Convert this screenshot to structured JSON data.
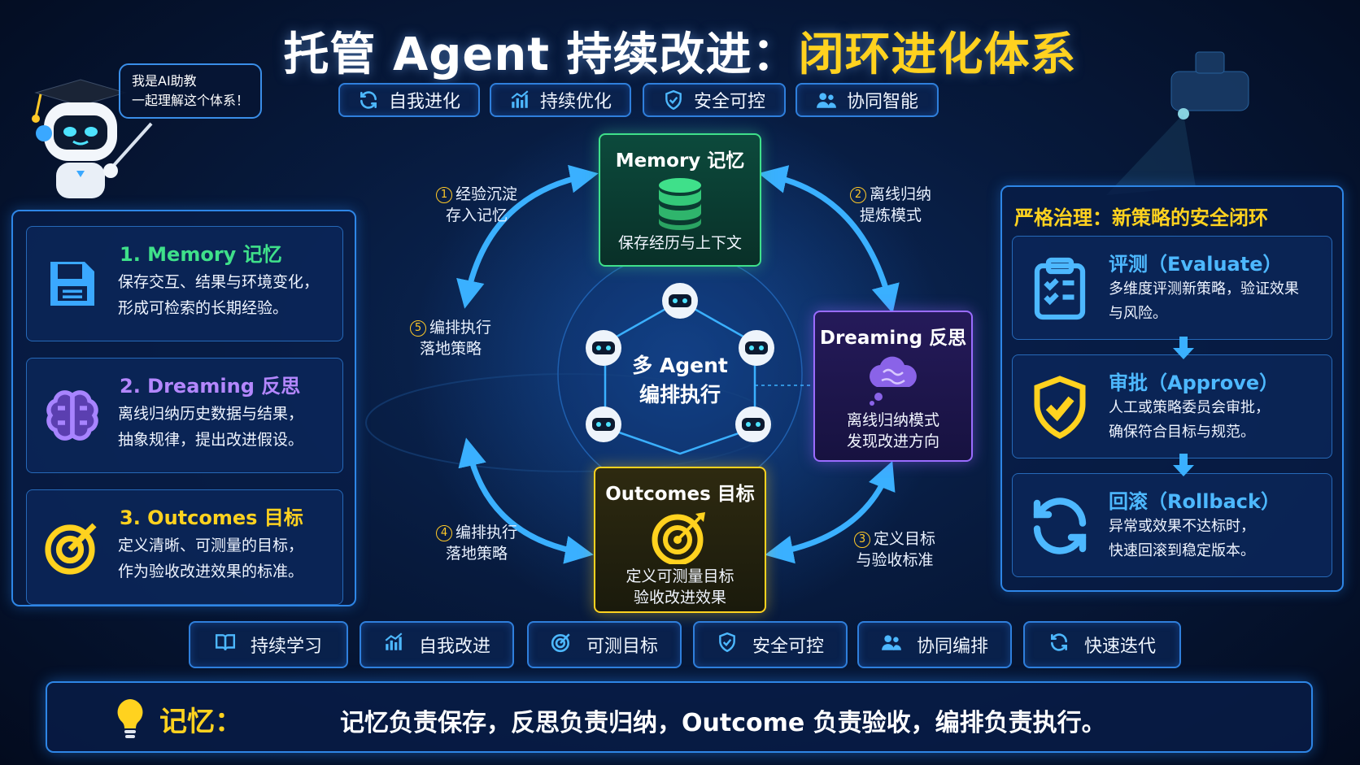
{
  "title": {
    "main": "托管 Agent 持续改进：",
    "highlight": "闭环进化体系"
  },
  "assistant_bubble": "我是AI助教\n一起理解这个体系！",
  "top_tags": [
    {
      "label": "自我进化",
      "icon": "refresh-icon"
    },
    {
      "label": "持续优化",
      "icon": "bar-chart-icon"
    },
    {
      "label": "安全可控",
      "icon": "shield-icon"
    },
    {
      "label": "协同智能",
      "icon": "users-icon"
    }
  ],
  "left_cards": [
    {
      "title": "1. Memory 记忆",
      "desc": "保存交互、结果与环境变化，\n形成可检索的长期经验。",
      "color": "#3fe08a",
      "icon": "floppy-disk-icon"
    },
    {
      "title": "2. Dreaming 反思",
      "desc": "离线归纳历史数据与结果，\n抽象规律，提出改进假设。",
      "color": "#b487ff",
      "icon": "brain-icon"
    },
    {
      "title": "3. Outcomes 目标",
      "desc": "定义清晰、可测量的目标，\n作为验收改进效果的标准。",
      "color": "#ffd21f",
      "icon": "target-icon"
    }
  ],
  "nodes": {
    "memory": {
      "title": "Memory 记忆",
      "desc": "保存经历与上下文"
    },
    "dreaming": {
      "title": "Dreaming 反思",
      "desc": "离线归纳模式\n发现改进方向"
    },
    "outcomes": {
      "title": "Outcomes 目标",
      "desc": "定义可测量目标\n验收改进效果"
    },
    "center": {
      "title": "多 Agent\n编排执行"
    }
  },
  "steps": [
    {
      "num": "1",
      "text": "经验沉淀\n存入记忆"
    },
    {
      "num": "2",
      "text": "离线归纳\n提炼模式"
    },
    {
      "num": "3",
      "text": "定义目标\n与验收标准"
    },
    {
      "num": "4",
      "text": "编排执行\n落地策略"
    },
    {
      "num": "5",
      "text": "编排执行\n落地策略"
    }
  ],
  "governance": {
    "title": "严格治理：新策略的安全闭环",
    "items": [
      {
        "title": "评测（Evaluate）",
        "desc": "多维度评测新策略，验证效果\n与风险。",
        "icon": "clipboard-check-icon"
      },
      {
        "title": "审批（Approve）",
        "desc": "人工或策略委员会审批，\n确保符合目标与规范。",
        "icon": "shield-check-icon"
      },
      {
        "title": "回滚（Rollback）",
        "desc": "异常或效果不达标时，\n快速回滚到稳定版本。",
        "icon": "refresh-icon"
      }
    ]
  },
  "bottom_tags": [
    {
      "label": "持续学习",
      "icon": "book-icon"
    },
    {
      "label": "自我改进",
      "icon": "bar-chart-icon"
    },
    {
      "label": "可测目标",
      "icon": "target-icon"
    },
    {
      "label": "安全可控",
      "icon": "shield-icon"
    },
    {
      "label": "协同编排",
      "icon": "users-icon"
    },
    {
      "label": "快速迭代",
      "icon": "refresh-icon"
    }
  ],
  "summary": {
    "label": "记忆：",
    "text": "记忆负责保存，反思负责归纳，Outcome 负责验收，编排负责执行。",
    "icon": "lightbulb-icon"
  },
  "colors": {
    "accent_blue": "#2e86e6",
    "yellow": "#ffd21f",
    "green": "#3fe08a",
    "purple": "#b487ff"
  }
}
